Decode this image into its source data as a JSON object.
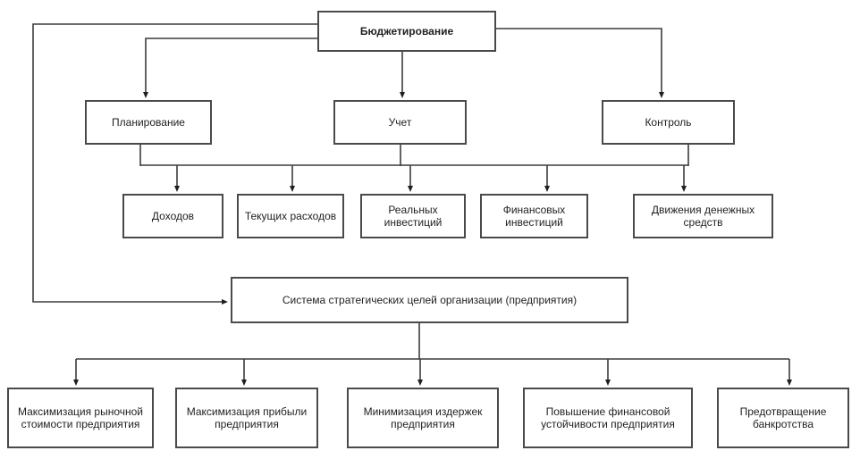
{
  "diagram": {
    "title_implicit": "Бюджетирование — схема",
    "colors": {
      "background": "#ffffff",
      "box_border": "#4a4a4a",
      "line": "#3c3c3c",
      "arrowhead": "#1f1f1f",
      "text": "#1f1f1f"
    },
    "root": {
      "label": "Бюджетирование"
    },
    "functions": [
      {
        "id": "planning",
        "label": "Планирование"
      },
      {
        "id": "accounting",
        "label": "Учет"
      },
      {
        "id": "control",
        "label": "Контроль"
      }
    ],
    "budget_objects": [
      {
        "label": "Доходов"
      },
      {
        "label": "Текущих расходов"
      },
      {
        "label": "Реальных инвестиций"
      },
      {
        "label": "Финансовых инвестиций"
      },
      {
        "label": "Движения денежных средств"
      }
    ],
    "goals_system": {
      "label": "Система стратегических целей организации (предприятия)"
    },
    "goals": [
      {
        "label": "Максимизация рыночной стоимости предприятия"
      },
      {
        "label": "Максимизация прибыли предприятия"
      },
      {
        "label": "Минимизация издержек предприятия"
      },
      {
        "label": "Повышение финансовой устойчивости предприятия"
      },
      {
        "label": "Предотвращение банкротства"
      }
    ]
  }
}
